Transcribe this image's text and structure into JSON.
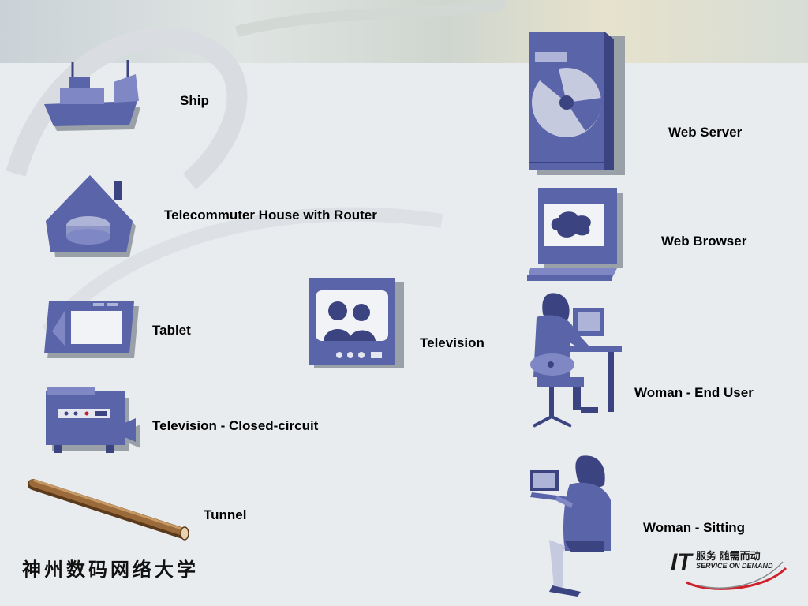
{
  "labels": {
    "ship": "Ship",
    "telecommuter_house": "Telecommuter House with Router",
    "tablet": "Tablet",
    "television": "Television",
    "tv_closed_circuit": "Television - Closed-circuit",
    "tunnel": "Tunnel",
    "web_server": "Web Server",
    "web_browser": "Web Browser",
    "woman_end_user": "Woman - End User",
    "woman_sitting": "Woman - Sitting"
  },
  "footer": {
    "university": "神州数码网络大学"
  },
  "logo": {
    "it": "IT",
    "cn": "服务 随需而动",
    "en": "SERVICE ON DEMAND"
  },
  "colors": {
    "icon_fill": "#5a64a8",
    "icon_dark": "#3b4380",
    "icon_light": "#7f88c4",
    "shadow": "#9aa0a8",
    "tunnel": "#8a5a2b",
    "logo_red": "#d0202a"
  },
  "icons": [
    "ship-icon",
    "house-router-icon",
    "tablet-icon",
    "television-icon",
    "cctv-camera-icon",
    "tunnel-icon",
    "web-server-icon",
    "web-browser-icon",
    "woman-end-user-icon",
    "woman-sitting-icon"
  ]
}
